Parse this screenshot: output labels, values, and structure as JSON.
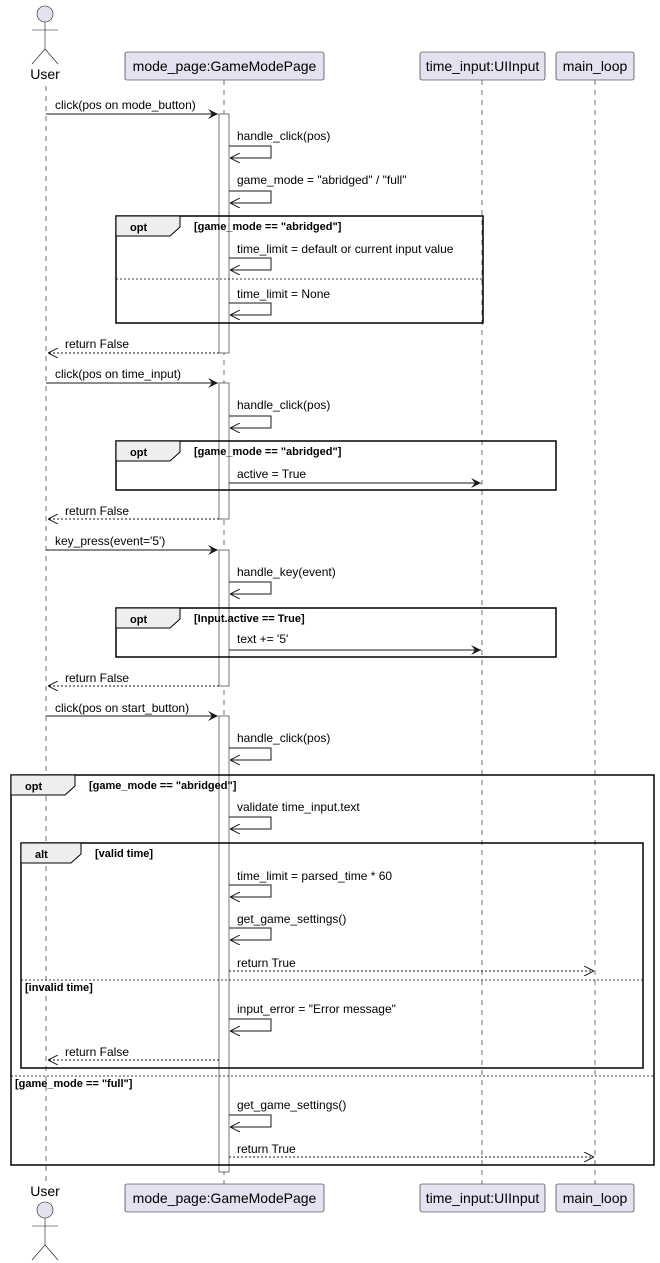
{
  "participants": [
    {
      "id": "user",
      "label": "User",
      "kind": "actor"
    },
    {
      "id": "mode_page",
      "label": "mode_page:GameModePage",
      "kind": "box"
    },
    {
      "id": "time_input",
      "label": "time_input:UIInput",
      "kind": "box"
    },
    {
      "id": "main_loop",
      "label": "main_loop",
      "kind": "box"
    }
  ],
  "fragments": {
    "opt1": {
      "keyword": "opt",
      "guard": "[game_mode == \"abridged\"]"
    },
    "opt2": {
      "keyword": "opt",
      "guard": "[game_mode == \"abridged\"]"
    },
    "opt3": {
      "keyword": "opt",
      "guard": "[Input.active == True]"
    },
    "opt4": {
      "keyword": "opt",
      "guard": "[game_mode == \"abridged\"]",
      "else_guard": "[game_mode == \"full\"]"
    },
    "alt1": {
      "keyword": "alt",
      "guard": "[valid time]",
      "else_guard": "[invalid time]"
    }
  },
  "messages": [
    {
      "from": "user",
      "to": "mode_page",
      "label": "click(pos on mode_button)",
      "style": "solid"
    },
    {
      "from": "mode_page",
      "to": "mode_page",
      "label": "handle_click(pos)",
      "style": "self"
    },
    {
      "from": "mode_page",
      "to": "mode_page",
      "label": "game_mode = \"abridged\" / \"full\"",
      "style": "self"
    },
    {
      "from": "mode_page",
      "to": "mode_page",
      "label": "time_limit = default or current input value",
      "style": "self"
    },
    {
      "from": "mode_page",
      "to": "mode_page",
      "label": "time_limit = None",
      "style": "self"
    },
    {
      "from": "mode_page",
      "to": "user",
      "label": "return False",
      "style": "dashed"
    },
    {
      "from": "user",
      "to": "mode_page",
      "label": "click(pos on time_input)",
      "style": "solid"
    },
    {
      "from": "mode_page",
      "to": "mode_page",
      "label": "handle_click(pos)",
      "style": "self"
    },
    {
      "from": "mode_page",
      "to": "time_input",
      "label": "active = True",
      "style": "solid"
    },
    {
      "from": "mode_page",
      "to": "user",
      "label": "return False",
      "style": "dashed"
    },
    {
      "from": "user",
      "to": "mode_page",
      "label": "key_press(event='5')",
      "style": "solid"
    },
    {
      "from": "mode_page",
      "to": "mode_page",
      "label": "handle_key(event)",
      "style": "self"
    },
    {
      "from": "mode_page",
      "to": "time_input",
      "label": "text += '5'",
      "style": "solid"
    },
    {
      "from": "mode_page",
      "to": "user",
      "label": "return False",
      "style": "dashed"
    },
    {
      "from": "user",
      "to": "mode_page",
      "label": "click(pos on start_button)",
      "style": "solid"
    },
    {
      "from": "mode_page",
      "to": "mode_page",
      "label": "handle_click(pos)",
      "style": "self"
    },
    {
      "from": "mode_page",
      "to": "mode_page",
      "label": "validate time_input.text",
      "style": "self"
    },
    {
      "from": "mode_page",
      "to": "mode_page",
      "label": "time_limit = parsed_time * 60",
      "style": "self"
    },
    {
      "from": "mode_page",
      "to": "mode_page",
      "label": "get_game_settings()",
      "style": "self"
    },
    {
      "from": "mode_page",
      "to": "main_loop",
      "label": "return True",
      "style": "dashed"
    },
    {
      "from": "mode_page",
      "to": "mode_page",
      "label": "input_error = \"Error message\"",
      "style": "self"
    },
    {
      "from": "mode_page",
      "to": "user",
      "label": "return False",
      "style": "dashed"
    },
    {
      "from": "mode_page",
      "to": "mode_page",
      "label": "get_game_settings()",
      "style": "self"
    },
    {
      "from": "mode_page",
      "to": "main_loop",
      "label": "return True",
      "style": "dashed"
    }
  ],
  "colors": {
    "participant_fill": "#E2E2F0",
    "participant_border": "#181818",
    "lifeline": "#181818",
    "activation_fill": "#FFFFFF",
    "fragment_border": "#000000",
    "actor_fill": "#E2E2F0"
  }
}
